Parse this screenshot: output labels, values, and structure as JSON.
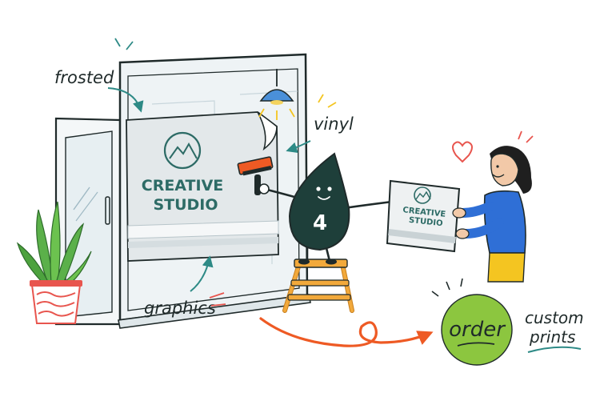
{
  "labels": {
    "frosted": "frosted",
    "vinyl": "vinyl",
    "graphics": "graphics",
    "custom_prints": [
      "custom",
      "prints"
    ]
  },
  "window_logo": {
    "line1": "CREATIVE",
    "line2": "STUDIO"
  },
  "sample_logo": {
    "line1": "CREATIVE",
    "line2": "STUDIO"
  },
  "mascot": {
    "number": "4"
  },
  "order_badge": {
    "label": "order"
  },
  "colors": {
    "ink": "#1f2a2a",
    "mascot": "#1e3f3a",
    "teal": "#2d8a86",
    "orange": "#ee5a24",
    "badge_green": "#8cc63f",
    "ladder": "#f2a93b",
    "shirt": "#2f6fd6",
    "pants": "#f4c521",
    "plant": "#5bb04a",
    "pot": "#e8554e",
    "lamp": "#4a90d9",
    "heart": "#e8554e",
    "window_glass": "#edf3f5"
  },
  "icons": [
    "mountain-logo-icon",
    "squeegee-icon",
    "pendant-lamp-icon",
    "heart-icon",
    "potted-plant-icon",
    "ladder-icon"
  ]
}
